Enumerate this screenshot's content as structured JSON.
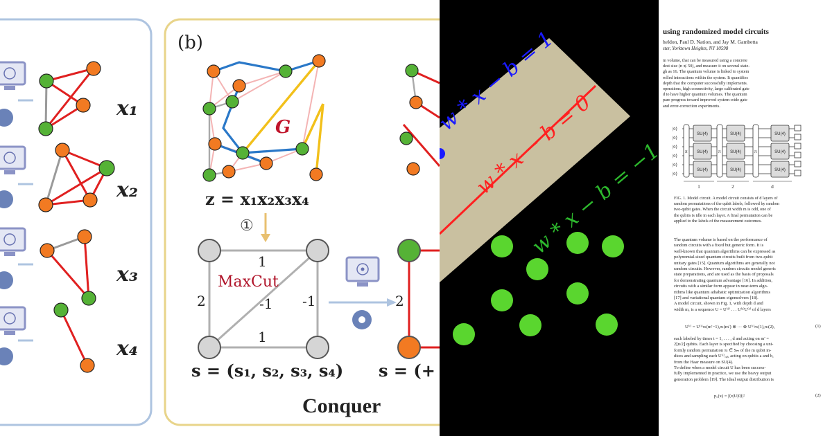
{
  "panel_b": {
    "label": "(b)",
    "graph_label": "G",
    "z_expression": "z = x₁x₂x₃x₄",
    "step_marker": "①",
    "maxcut_label": "MaxCut",
    "edge_weights": {
      "top": "1",
      "bottom": "1",
      "left": "2",
      "right": "-1",
      "diagonal": "-1"
    },
    "s_expression": "s = (s₁, s₂, s₃, s₄)",
    "s_partial": "s = (+",
    "conquer": "Conquer",
    "partial_weight": "2"
  },
  "subgraph_labels": [
    "x₁",
    "x₂",
    "x₃",
    "x₄"
  ],
  "svm": {
    "line_plus": "w * x − b = 1",
    "line_zero": "w * x − b = 0",
    "line_minus": "w * x − b = −1",
    "colors": {
      "plus": "#1a1aff",
      "zero": "#ff2020",
      "minus": "#2db82d",
      "margin": "#c9c0a0",
      "points": "#5ad62f"
    }
  },
  "paper": {
    "title": "using randomized model circuits",
    "authors": "heldon, Paul D. Nation, and Jay M. Gambetta",
    "affiliation": "ster, Yorktown Heights, NY 10598",
    "abstract_lines": [
      "m volume, that can be measured using a concrete",
      "dest size (n ≲ 50), and measure it on several state-",
      "gh as 16. The quantum volume is linked to system",
      "rolled interactions within the system. It quantifies",
      "depth that the computer successfully implements.",
      "operations, high connectivity, large calibrated gate",
      "d to have higher quantum volumes. The quantum",
      "pare progress toward improved system-wide gate",
      "and error-correction experiments."
    ],
    "circuit": {
      "kets": [
        "|0⟩",
        "|0⟩",
        "|0⟩",
        "|0⟩",
        "|0⟩",
        "|0⟩"
      ],
      "gate_label": "SU(4)",
      "pi": "π",
      "layer_labels": [
        "1",
        "2",
        "d"
      ]
    },
    "caption_lines": [
      "FIG. 1. Model circuit. A model circuit consists of d layers of",
      "random permutations of the qubit labels, followed by random",
      "two-qubit gates. When the circuit width m is odd, one of",
      "the qubits is idle in each layer. A final permutation can be",
      "applied to the labels of the measurement outcomes."
    ],
    "body_lines": [
      "The quantum volume is based on the performance of",
      "random circuits with a fixed but generic form. It is",
      "well-known that quantum algorithms can be expressed as",
      "polynomial-sized quantum circuits built from two-qubit",
      "unitary gates [15]. Quantum algorithms are generally not",
      "random circuits. However, random circuits model generic",
      "state preparations, and are used as the basis of proposals",
      "for demonstrating quantum advantage [16]. In addition,",
      "circuits with a similar form appear in near-term algo-",
      "rithms like quantum adiabatic optimization algorithms",
      "[17] and variational quantum eigensolvers [18].",
      "A model circuit, shown in Fig. 1, with depth d and",
      "width m, is a sequence U = U⁽ᵈ⁾ . . . U⁽²⁾U⁽¹⁾ of d layers"
    ],
    "equation1": "U⁽ᵗ⁾ = U⁽ᵗ⁾πₜ(m′−1),πₜ(m′) ⊗ ··· ⊗ U⁽ᵗ⁾πₜ(1),πₜ(2),",
    "equation1_number": "(1)",
    "body2_lines": [
      "each labeled by times t = 1, . . . , d and acting on m′ =",
      "2⌊n/2⌋ qubits. Each layer is specified by choosing a uni-",
      "formly random permutation πₜ ∈ Sₘ of the m qubit in-",
      "dices and sampling each U⁽ᵗ⁾ₐ,ᵦ, acting on qubits a and b,",
      "from the Haar measure on SU(4).",
      "To define when a model circuit U has been success-",
      "fully implemented in practice, we use the heavy output",
      "generation problem [19]. The ideal output distribution is"
    ],
    "equation2": "pᵤ(x) = |⟨x|U|0⟩|²",
    "equation2_number": "(2)"
  }
}
